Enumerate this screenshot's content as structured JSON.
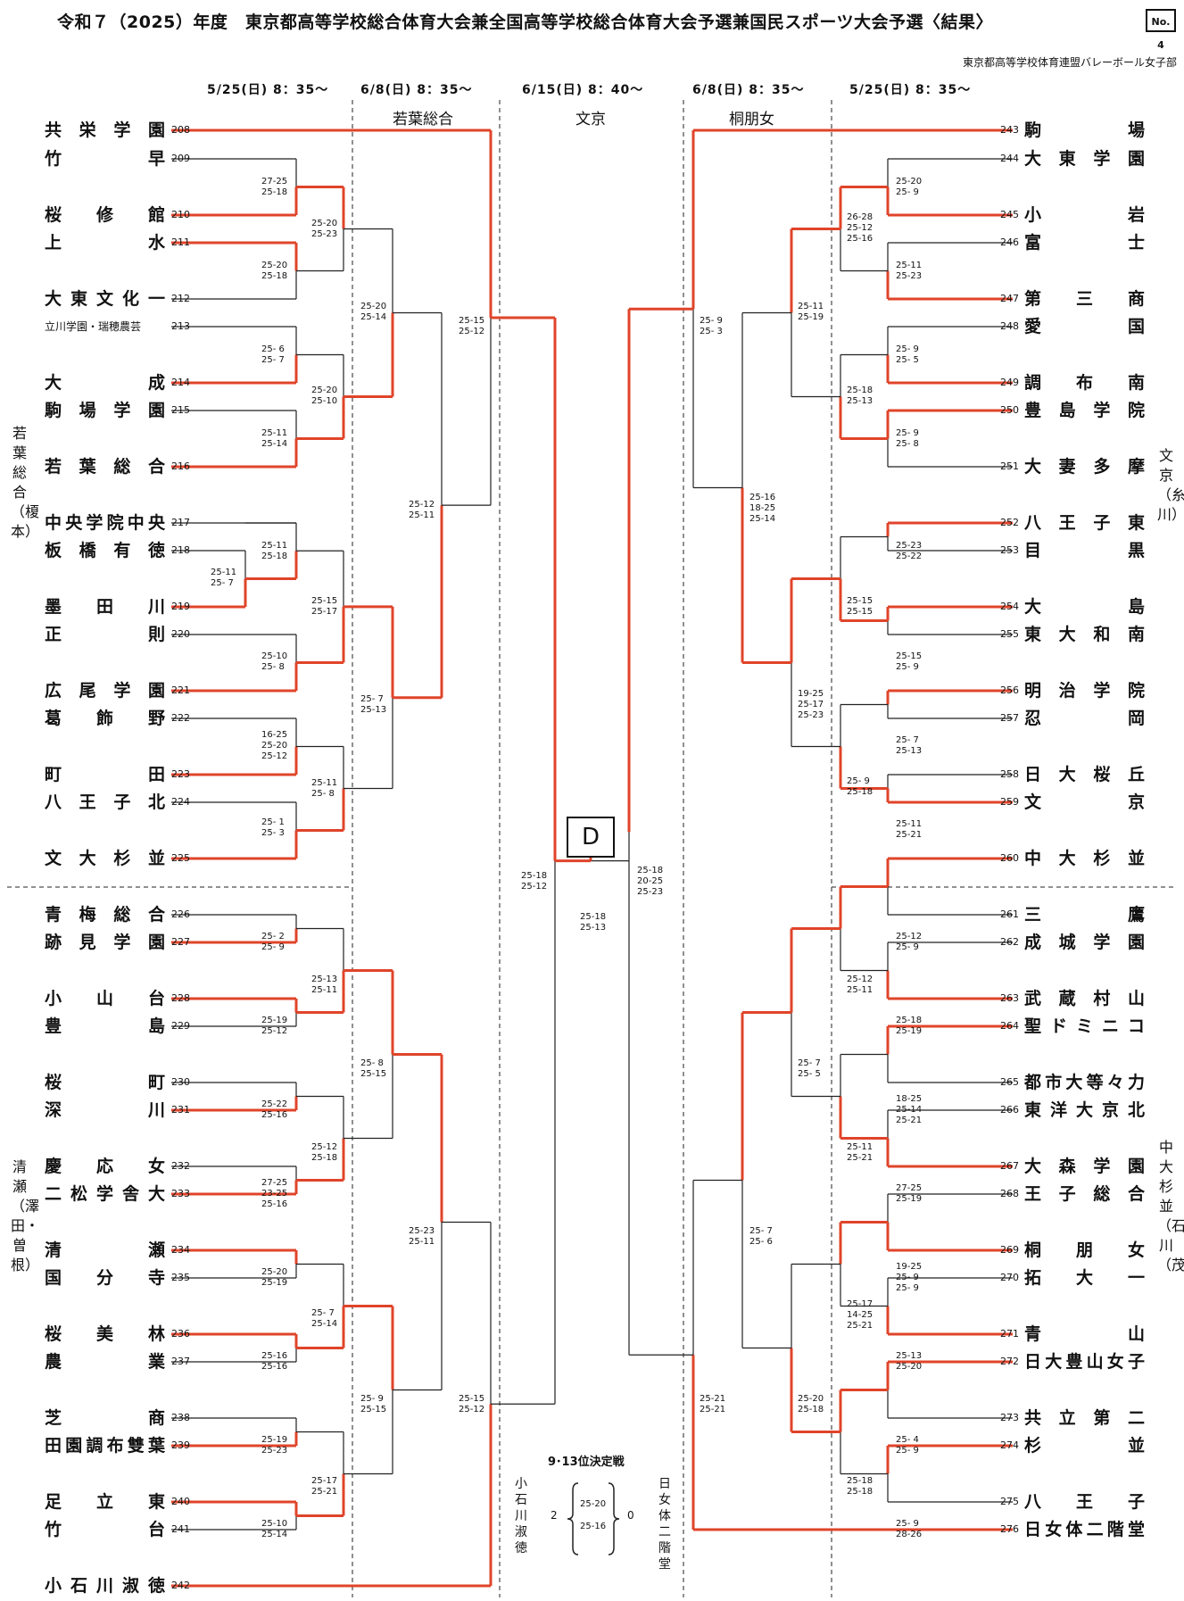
{
  "title": "令和７（2025）年度　東京都高等学校総合体育大会兼全国高等学校総合体育大会予選兼国民スポーツ大会予選〈結果〉",
  "doc_no": "No. 4",
  "organization": "東京都高等学校体育連盟バレーボール女子部",
  "round_dates": [
    "5/25(日) 8：35～",
    "6/8(日) 8：35～",
    "6/15(日) 8：40～",
    "6/8(日) 8：35～",
    "5/25(日) 8：35～"
  ],
  "venues": {
    "left": "若葉総合",
    "center": "文京",
    "right": "桐朋女"
  },
  "side_venues": {
    "left_top": "若葉総合（榎本）",
    "left_bottom": "清瀬（澤田・曽根）",
    "right_top": "文京（糸川）",
    "right_bottom": "中大杉並（石川（茂））"
  },
  "winner_label": "D",
  "left_teams": [
    {
      "no": "208",
      "name": "共栄学園"
    },
    {
      "no": "209",
      "name": "竹早"
    },
    {
      "no": "210",
      "name": "桜修館"
    },
    {
      "no": "211",
      "name": "上水"
    },
    {
      "no": "212",
      "name": "大東文化一"
    },
    {
      "no": "213",
      "name": "立川学園・瑞穂農芸"
    },
    {
      "no": "214",
      "name": "大成"
    },
    {
      "no": "215",
      "name": "駒場学園"
    },
    {
      "no": "216",
      "name": "若葉総合"
    },
    {
      "no": "217",
      "name": "中央学院中央"
    },
    {
      "no": "218",
      "name": "板橋有徳"
    },
    {
      "no": "219",
      "name": "墨田川"
    },
    {
      "no": "220",
      "name": "正則"
    },
    {
      "no": "221",
      "name": "広尾学園"
    },
    {
      "no": "222",
      "name": "葛飾野"
    },
    {
      "no": "223",
      "name": "町田"
    },
    {
      "no": "224",
      "name": "八王子北"
    },
    {
      "no": "225",
      "name": "文大杉並"
    },
    {
      "no": "226",
      "name": "青梅総合"
    },
    {
      "no": "227",
      "name": "跡見学園"
    },
    {
      "no": "228",
      "name": "小山台"
    },
    {
      "no": "229",
      "name": "豊島"
    },
    {
      "no": "230",
      "name": "桜町"
    },
    {
      "no": "231",
      "name": "深川"
    },
    {
      "no": "232",
      "name": "慶応女"
    },
    {
      "no": "233",
      "name": "二松学舎大"
    },
    {
      "no": "234",
      "name": "清瀬"
    },
    {
      "no": "235",
      "name": "国分寺"
    },
    {
      "no": "236",
      "name": "桜美林"
    },
    {
      "no": "237",
      "name": "農業"
    },
    {
      "no": "238",
      "name": "芝商"
    },
    {
      "no": "239",
      "name": "田園調布雙葉"
    },
    {
      "no": "240",
      "name": "足立東"
    },
    {
      "no": "241",
      "name": "竹台"
    },
    {
      "no": "242",
      "name": "小石川淑徳"
    }
  ],
  "right_teams": [
    {
      "no": "243",
      "name": "駒場"
    },
    {
      "no": "244",
      "name": "大東学園"
    },
    {
      "no": "245",
      "name": "小岩"
    },
    {
      "no": "246",
      "name": "富士"
    },
    {
      "no": "247",
      "name": "第三商"
    },
    {
      "no": "248",
      "name": "愛国"
    },
    {
      "no": "249",
      "name": "調布南"
    },
    {
      "no": "250",
      "name": "豊島学院"
    },
    {
      "no": "251",
      "name": "大妻多摩"
    },
    {
      "no": "252",
      "name": "八王子東"
    },
    {
      "no": "253",
      "name": "目黒"
    },
    {
      "no": "254",
      "name": "大島"
    },
    {
      "no": "255",
      "name": "東大和南"
    },
    {
      "no": "256",
      "name": "明治学院"
    },
    {
      "no": "257",
      "name": "忍岡"
    },
    {
      "no": "258",
      "name": "日大桜丘"
    },
    {
      "no": "259",
      "name": "文京"
    },
    {
      "no": "260",
      "name": "中大杉並"
    },
    {
      "no": "261",
      "name": "三鷹"
    },
    {
      "no": "262",
      "name": "成城学園"
    },
    {
      "no": "263",
      "name": "武蔵村山"
    },
    {
      "no": "264",
      "name": "聖ドミニコ"
    },
    {
      "no": "265",
      "name": "都市大等々力"
    },
    {
      "no": "266",
      "name": "東洋大京北"
    },
    {
      "no": "267",
      "name": "大森学園"
    },
    {
      "no": "268",
      "name": "王子総合"
    },
    {
      "no": "269",
      "name": "桐朋女"
    },
    {
      "no": "270",
      "name": "拓大一"
    },
    {
      "no": "271",
      "name": "青山"
    },
    {
      "no": "272",
      "name": "日大豊山女子"
    },
    {
      "no": "273",
      "name": "共立第二"
    },
    {
      "no": "274",
      "name": "杉並"
    },
    {
      "no": "275",
      "name": "八王子"
    },
    {
      "no": "276",
      "name": "日女体二階堂"
    }
  ],
  "scores": {
    "l_209_210": "27-25\n25-18",
    "l_211_212": "25-20\n25-18",
    "l_r2a": "25-20\n25-23",
    "l_213_214": "25- 6\n25- 7",
    "l_215_216": "25-11\n25-14",
    "l_r2b": "25-20\n25-10",
    "l_r3a": "25-20\n25-14",
    "l_qa": "25-15\n25-12",
    "l_r4a": "25-12\n25-11",
    "l_218_219": "25-11\n25- 7",
    "l_217_pre": "25-11\n25-18",
    "l_220_221": "25-10\n25- 8",
    "l_r2c": "25-15\n25-17",
    "l_222_223": "16-25\n25-20\n25-12",
    "l_224_225": "25- 1\n25- 3",
    "l_r2d": "25-11\n25- 8",
    "l_r3b": "25- 7\n25-13",
    "l_226_227": "25- 2\n25- 9",
    "l_228_229": "25-19\n25-12",
    "l_r2e": "25-13\n25-11",
    "l_230_231": "25-22\n25-16",
    "l_232_233": "27-25\n23-25\n25-16",
    "l_r2f": "25-12\n25-18",
    "l_r3c": "25- 8\n25-15",
    "l_234_235": "25-20\n25-19",
    "l_236_237": "25-16\n25-16",
    "l_r2g": "25- 7\n25-14",
    "l_238_239": "25-19\n25-23",
    "l_240_241": "25-10\n25-14",
    "l_r2h": "25-17\n25-21",
    "l_r3d": "25- 9\n25-15",
    "l_r4b": "25-23\n25-11",
    "l_qb": "25-15\n25-12",
    "semi_left": "25-18\n25-12",
    "final": "25-18\n25-13",
    "semi_right": "25-18\n20-25\n25-23",
    "r_244_245": "25-20\n25- 9",
    "r_246_247": "25-11\n25-23",
    "r_r2a": "26-28\n25-12\n25-16",
    "r_248_249": "25- 9\n25- 5",
    "r_250_251": "25- 9\n25- 8",
    "r_r2b": "25-18\n25-13",
    "r_r3a": "25-11\n25-19",
    "r_qa": "25- 9\n25- 3",
    "r_252_253": "25-23\n25-22",
    "r_254_255": "25-15\n25- 9",
    "r_r2c": "25-15\n25-15",
    "r_256_257": "25- 7\n25-13",
    "r_258_259": "25-11\n25-21",
    "r_r2d": "25- 9\n25-18",
    "r_r3b": "19-25\n25-17\n25-23",
    "r_r4a": "25-16\n18-25\n25-14",
    "r_260_261": "25-12\n25- 9",
    "r_262_263": "25-18\n25-19",
    "r_r2e": "25-12\n25-11",
    "r_264_265": "18-25\n25-14\n25-21",
    "r_266_267": "27-25\n25-19",
    "r_r2f": "25-11\n25-21",
    "r_r3c": "25- 7\n25- 5",
    "r_268_269": "19-25\n25- 9\n25- 9",
    "r_270_271": "25-13\n25-20",
    "r_r2g": "25-17\n14-25\n25-21",
    "r_272_273": "25- 4\n25- 9",
    "r_274_275": "25- 9\n28-26",
    "r_r2h": "25-18\n25-18",
    "r_r3d": "25-20\n25-18",
    "r_r4b": "25- 7\n25- 6",
    "r_qb": "25-21\n25-21"
  },
  "placement": {
    "title": "9･13位決定戦",
    "left_team": "小石川淑徳",
    "right_team": "日女体二階堂",
    "left_sets": "2",
    "right_sets": "0",
    "set1": "25-20",
    "set2": "25-16"
  },
  "colors": {
    "winner_line": "#e0442a",
    "line": "#222222"
  }
}
